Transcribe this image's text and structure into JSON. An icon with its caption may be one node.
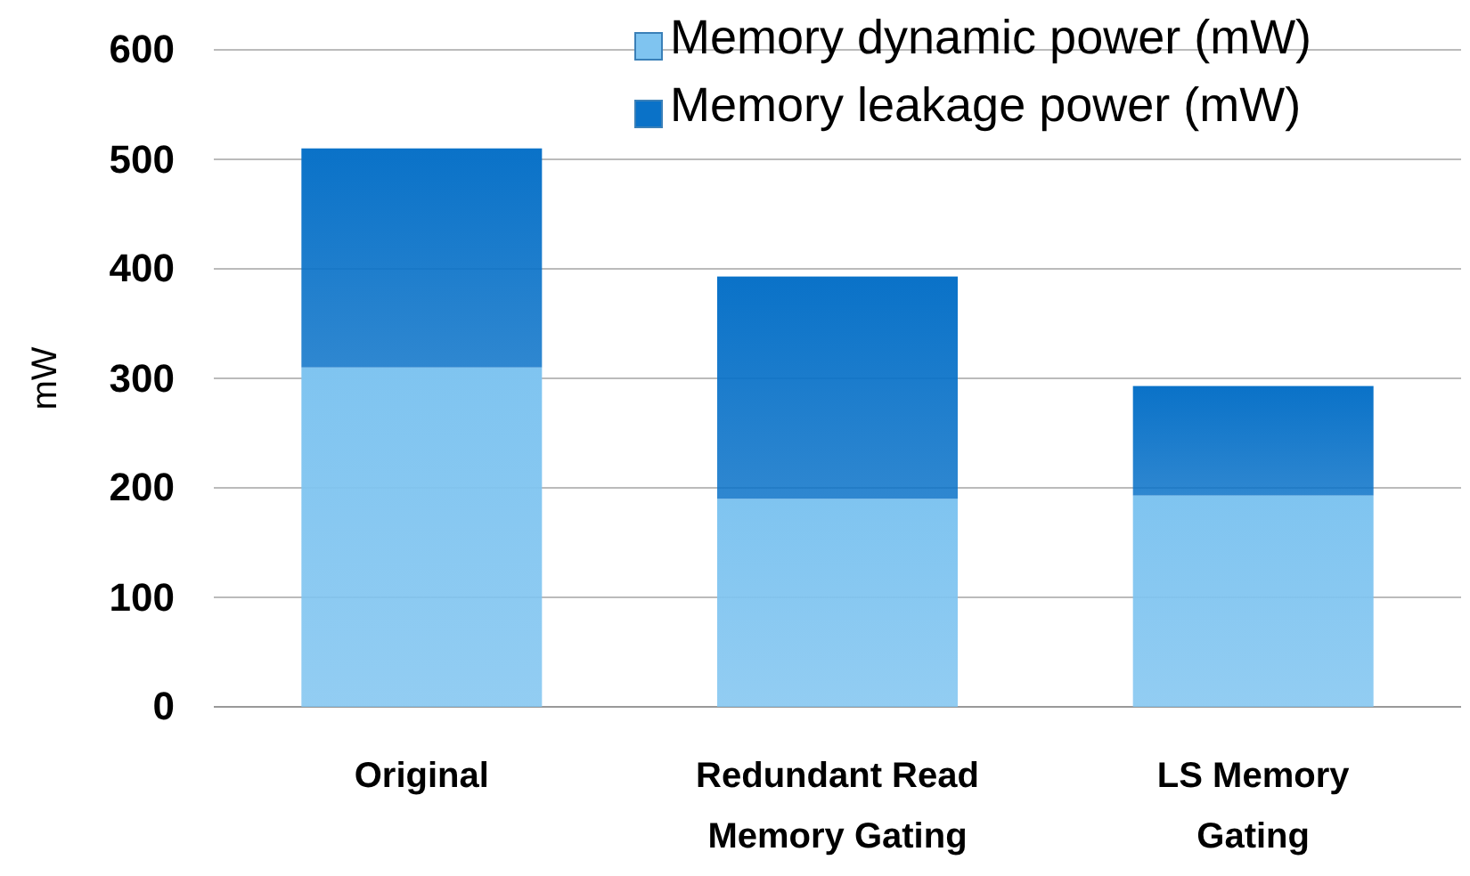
{
  "diagram": {
    "chart_data": {
      "type": "bar",
      "stacked": true,
      "ylabel": "mW",
      "categories": [
        "Original",
        "Redundant Read Memory Gating",
        "LS Memory Gating"
      ],
      "series": [
        {
          "name": "Memory dynamic power (mW)",
          "color": "#7fc4f0",
          "values": [
            310,
            190,
            193
          ]
        },
        {
          "name": "Memory leakage power (mW)",
          "color": "#0a72c8",
          "values": [
            200,
            203,
            100
          ]
        }
      ],
      "grid": true,
      "legend": true,
      "ylim": [
        0,
        600
      ],
      "yticks": [
        0,
        100,
        200,
        300,
        400,
        500,
        600
      ]
    }
  }
}
